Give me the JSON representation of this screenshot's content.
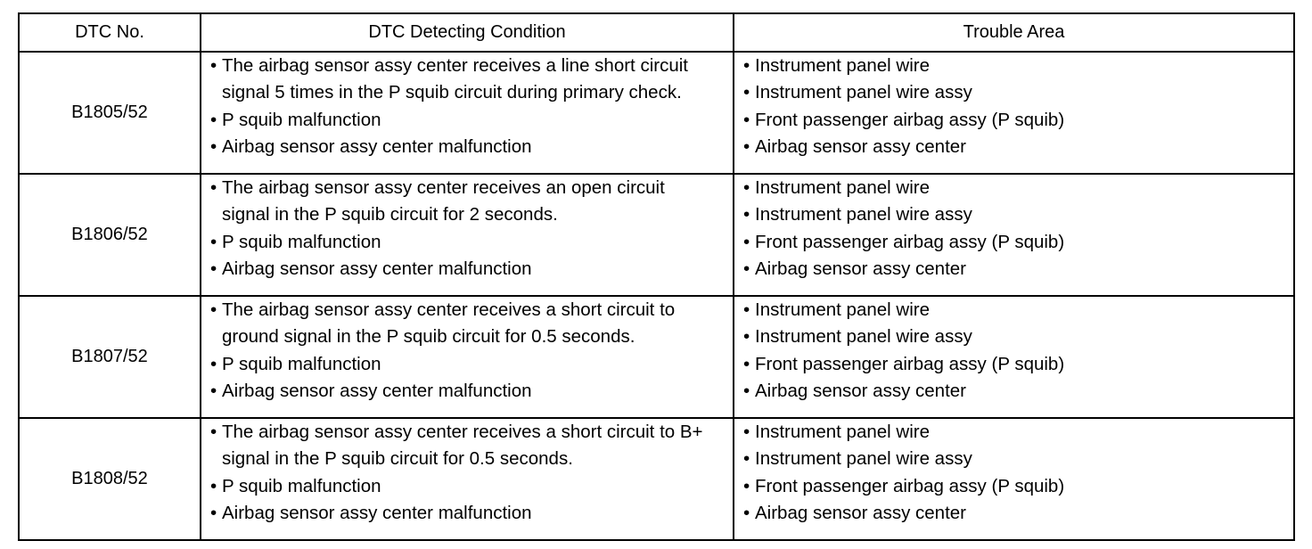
{
  "table": {
    "headers": [
      "DTC No.",
      "DTC Detecting Condition",
      "Trouble Area"
    ],
    "rows": [
      {
        "dtc": "B1805/52",
        "conditions": [
          "The airbag sensor assy center receives a line short circuit signal 5 times in the P squib circuit during primary check.",
          "P squib malfunction",
          "Airbag sensor assy center malfunction"
        ],
        "areas": [
          "Instrument panel wire",
          "Instrument panel wire assy",
          "Front passenger airbag assy (P squib)",
          "Airbag sensor assy center"
        ]
      },
      {
        "dtc": "B1806/52",
        "conditions": [
          "The airbag sensor assy center receives an open circuit signal in the P squib circuit for 2 seconds.",
          "P squib malfunction",
          "Airbag sensor assy center malfunction"
        ],
        "areas": [
          "Instrument panel wire",
          "Instrument panel wire assy",
          "Front passenger airbag assy (P squib)",
          "Airbag sensor assy center"
        ]
      },
      {
        "dtc": "B1807/52",
        "conditions": [
          "The airbag sensor assy center receives a short circuit to ground signal in the P squib circuit for 0.5 seconds.",
          "P squib malfunction",
          "Airbag sensor assy center malfunction"
        ],
        "areas": [
          "Instrument panel wire",
          "Instrument panel wire assy",
          "Front passenger airbag assy (P squib)",
          "Airbag sensor assy center"
        ]
      },
      {
        "dtc": "B1808/52",
        "conditions": [
          "The airbag sensor assy center receives a short circuit to B+ signal in the P squib circuit for 0.5 seconds.",
          "P squib malfunction",
          "Airbag sensor assy center malfunction"
        ],
        "areas": [
          "Instrument panel wire",
          "Instrument panel wire assy",
          "Front passenger airbag assy (P squib)",
          "Airbag sensor assy center"
        ]
      }
    ]
  }
}
